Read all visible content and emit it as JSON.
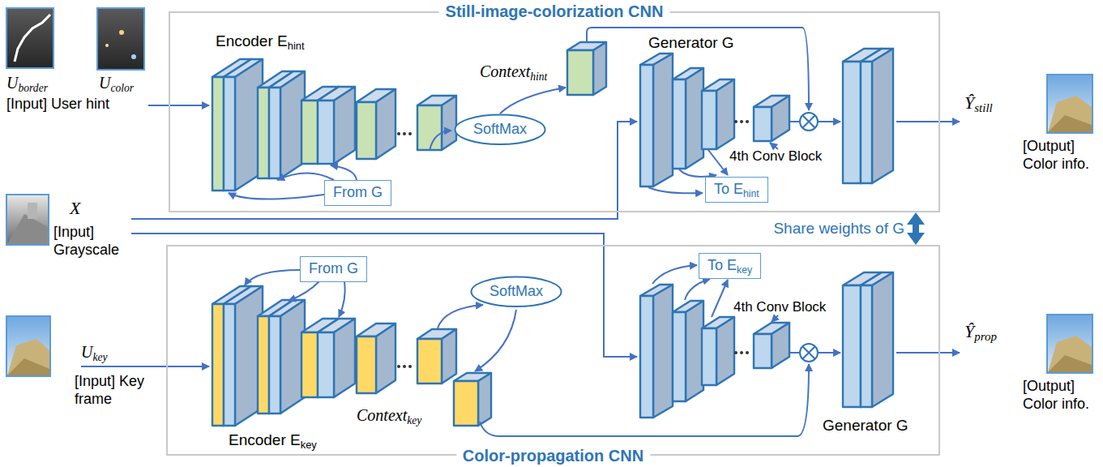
{
  "diagram": {
    "nodes": [
      {
        "text": [
          "Still-image-colorization CNN"
        ]
      },
      {
        "text": [
          "From G"
        ],
        "in": 0
      },
      {
        "text": [
          "SoftMax"
        ],
        "in": 0
      },
      {
        "text": [
          "To Ehint"
        ],
        "in": 0
      },
      {
        "text": [
          "Color-propagation CNN"
        ]
      },
      {
        "text": [
          "From G"
        ],
        "in": 4
      },
      {
        "text": [
          "SoftMax"
        ],
        "in": 4
      },
      {
        "text": [
          "To Ekey"
        ],
        "in": 4
      }
    ],
    "edges": [
      {
        "from": 0,
        "to": 4,
        "arrow": "both",
        "label": "Share weights of G"
      }
    ],
    "labels": [
      "Uborder",
      "Ucolor",
      "[Input] User hint",
      "Encoder Ehint",
      "Contexthint",
      "Generator G",
      "4th Conv Block",
      "Ŷstill",
      "[Output] Color info.",
      "X",
      "[Input] Grayscale",
      "Ukey",
      "[Input] Key frame",
      "Encoder Ekey",
      "Contextkey",
      "4th Conv Block",
      "Generator G",
      "Ŷprop",
      "[Output] Color info."
    ]
  }
}
